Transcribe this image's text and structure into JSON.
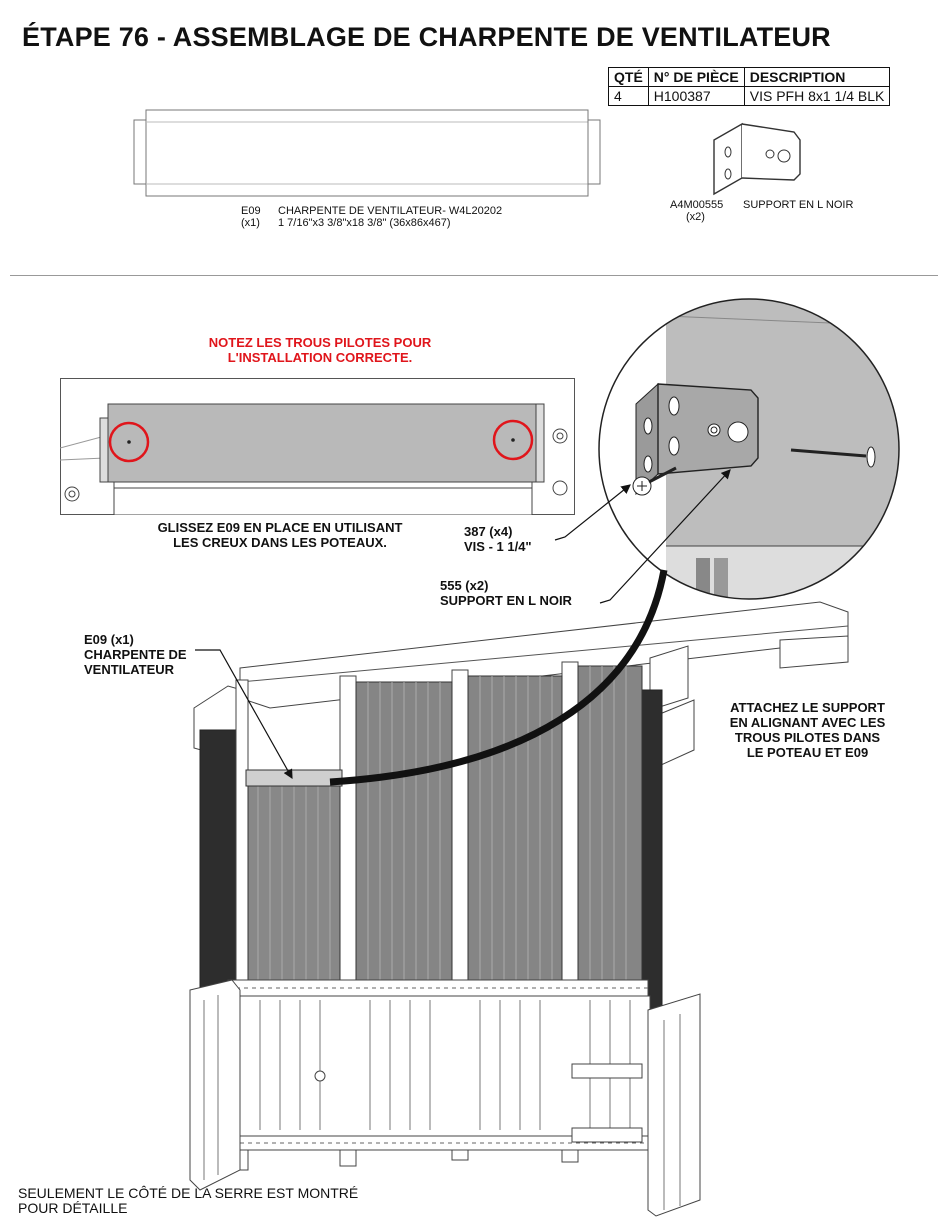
{
  "title": "ÉTAPE 76 - ASSEMBLAGE DE CHARPENTE DE VENTILATEUR",
  "parts_table": {
    "headers": [
      "QTÉ",
      "N° DE PIÈCE",
      "DESCRIPTION"
    ],
    "rows": [
      {
        "qty": "4",
        "part": "H100387",
        "desc": "VIS PFH 8x1 1/4 BLK"
      }
    ]
  },
  "component_e09": {
    "code": "E09",
    "qty": "(x1)",
    "name": "CHARPENTE DE VENTILATEUR- W4L20202",
    "dims": "1 7/16\"x3 3/8\"x18 3/8\" (36x86x467)"
  },
  "component_bracket": {
    "code": "A4M00555",
    "qty": "(x2)",
    "name": "SUPPORT EN L NOIR"
  },
  "note_red": [
    "NOTEZ LES TROUS PILOTES POUR",
    "L'INSTALLATION CORRECTE."
  ],
  "slide_caption": [
    "GLISSEZ E09 EN PLACE EN UTILISANT",
    "LES CREUX DANS LES POTEAUX."
  ],
  "screw_callout": [
    "387 (x4)",
    "VIS - 1 1/4\""
  ],
  "bracket_callout": [
    "555 (x2)",
    "SUPPORT EN L NOIR"
  ],
  "frame_callout": [
    "E09 (x1)",
    "CHARPENTE DE",
    "VENTILATEUR"
  ],
  "attach_note": [
    "ATTACHEZ LE SUPPORT",
    "EN ALIGNANT AVEC LES",
    "TROUS PILOTES DANS",
    "LE POTEAU ET E09"
  ],
  "footer": [
    "SEULEMENT LE CÔTÉ DE LA SERRE EST MONTRÉ",
    "POUR DÉTAILLE"
  ]
}
